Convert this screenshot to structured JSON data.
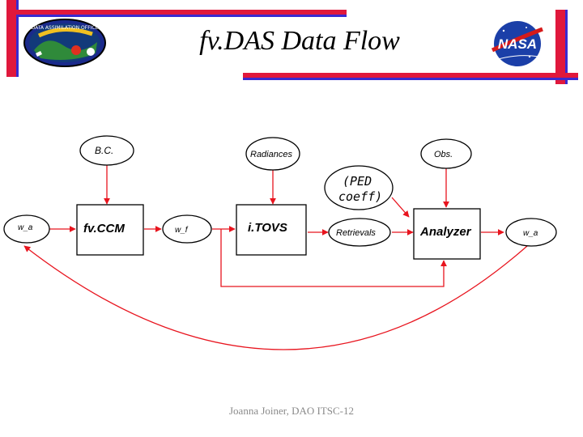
{
  "slide": {
    "title": "fv.DAS Data Flow",
    "footer": "Joanna Joiner, DAO ITSC-12"
  },
  "logos": {
    "left": {
      "text": "DATA ASSIMILATION OFFICE",
      "icon": "dao-mission-patch-icon"
    },
    "right": {
      "text": "NASA",
      "icon": "nasa-meatball-icon"
    }
  },
  "diagram": {
    "nodes": {
      "bc": "B.C.",
      "radiances": "Radiances",
      "obs": "Obs.",
      "wa_left": "w_a",
      "fvccm": "fv.CCM",
      "wf": "w_f",
      "itovs": "i.TOVS",
      "retrievals": "Retrievals",
      "analyzer": "Analyzer",
      "wa_right": "w_a",
      "ped_line1": "(PED",
      "ped_line2": "coeff)"
    }
  },
  "colors": {
    "arrow_red": "#e8141e",
    "bar_red": "#e0183c",
    "bar_blue": "#3a2ad0",
    "text": "#000000",
    "footer_gray": "#8a8a8a"
  }
}
